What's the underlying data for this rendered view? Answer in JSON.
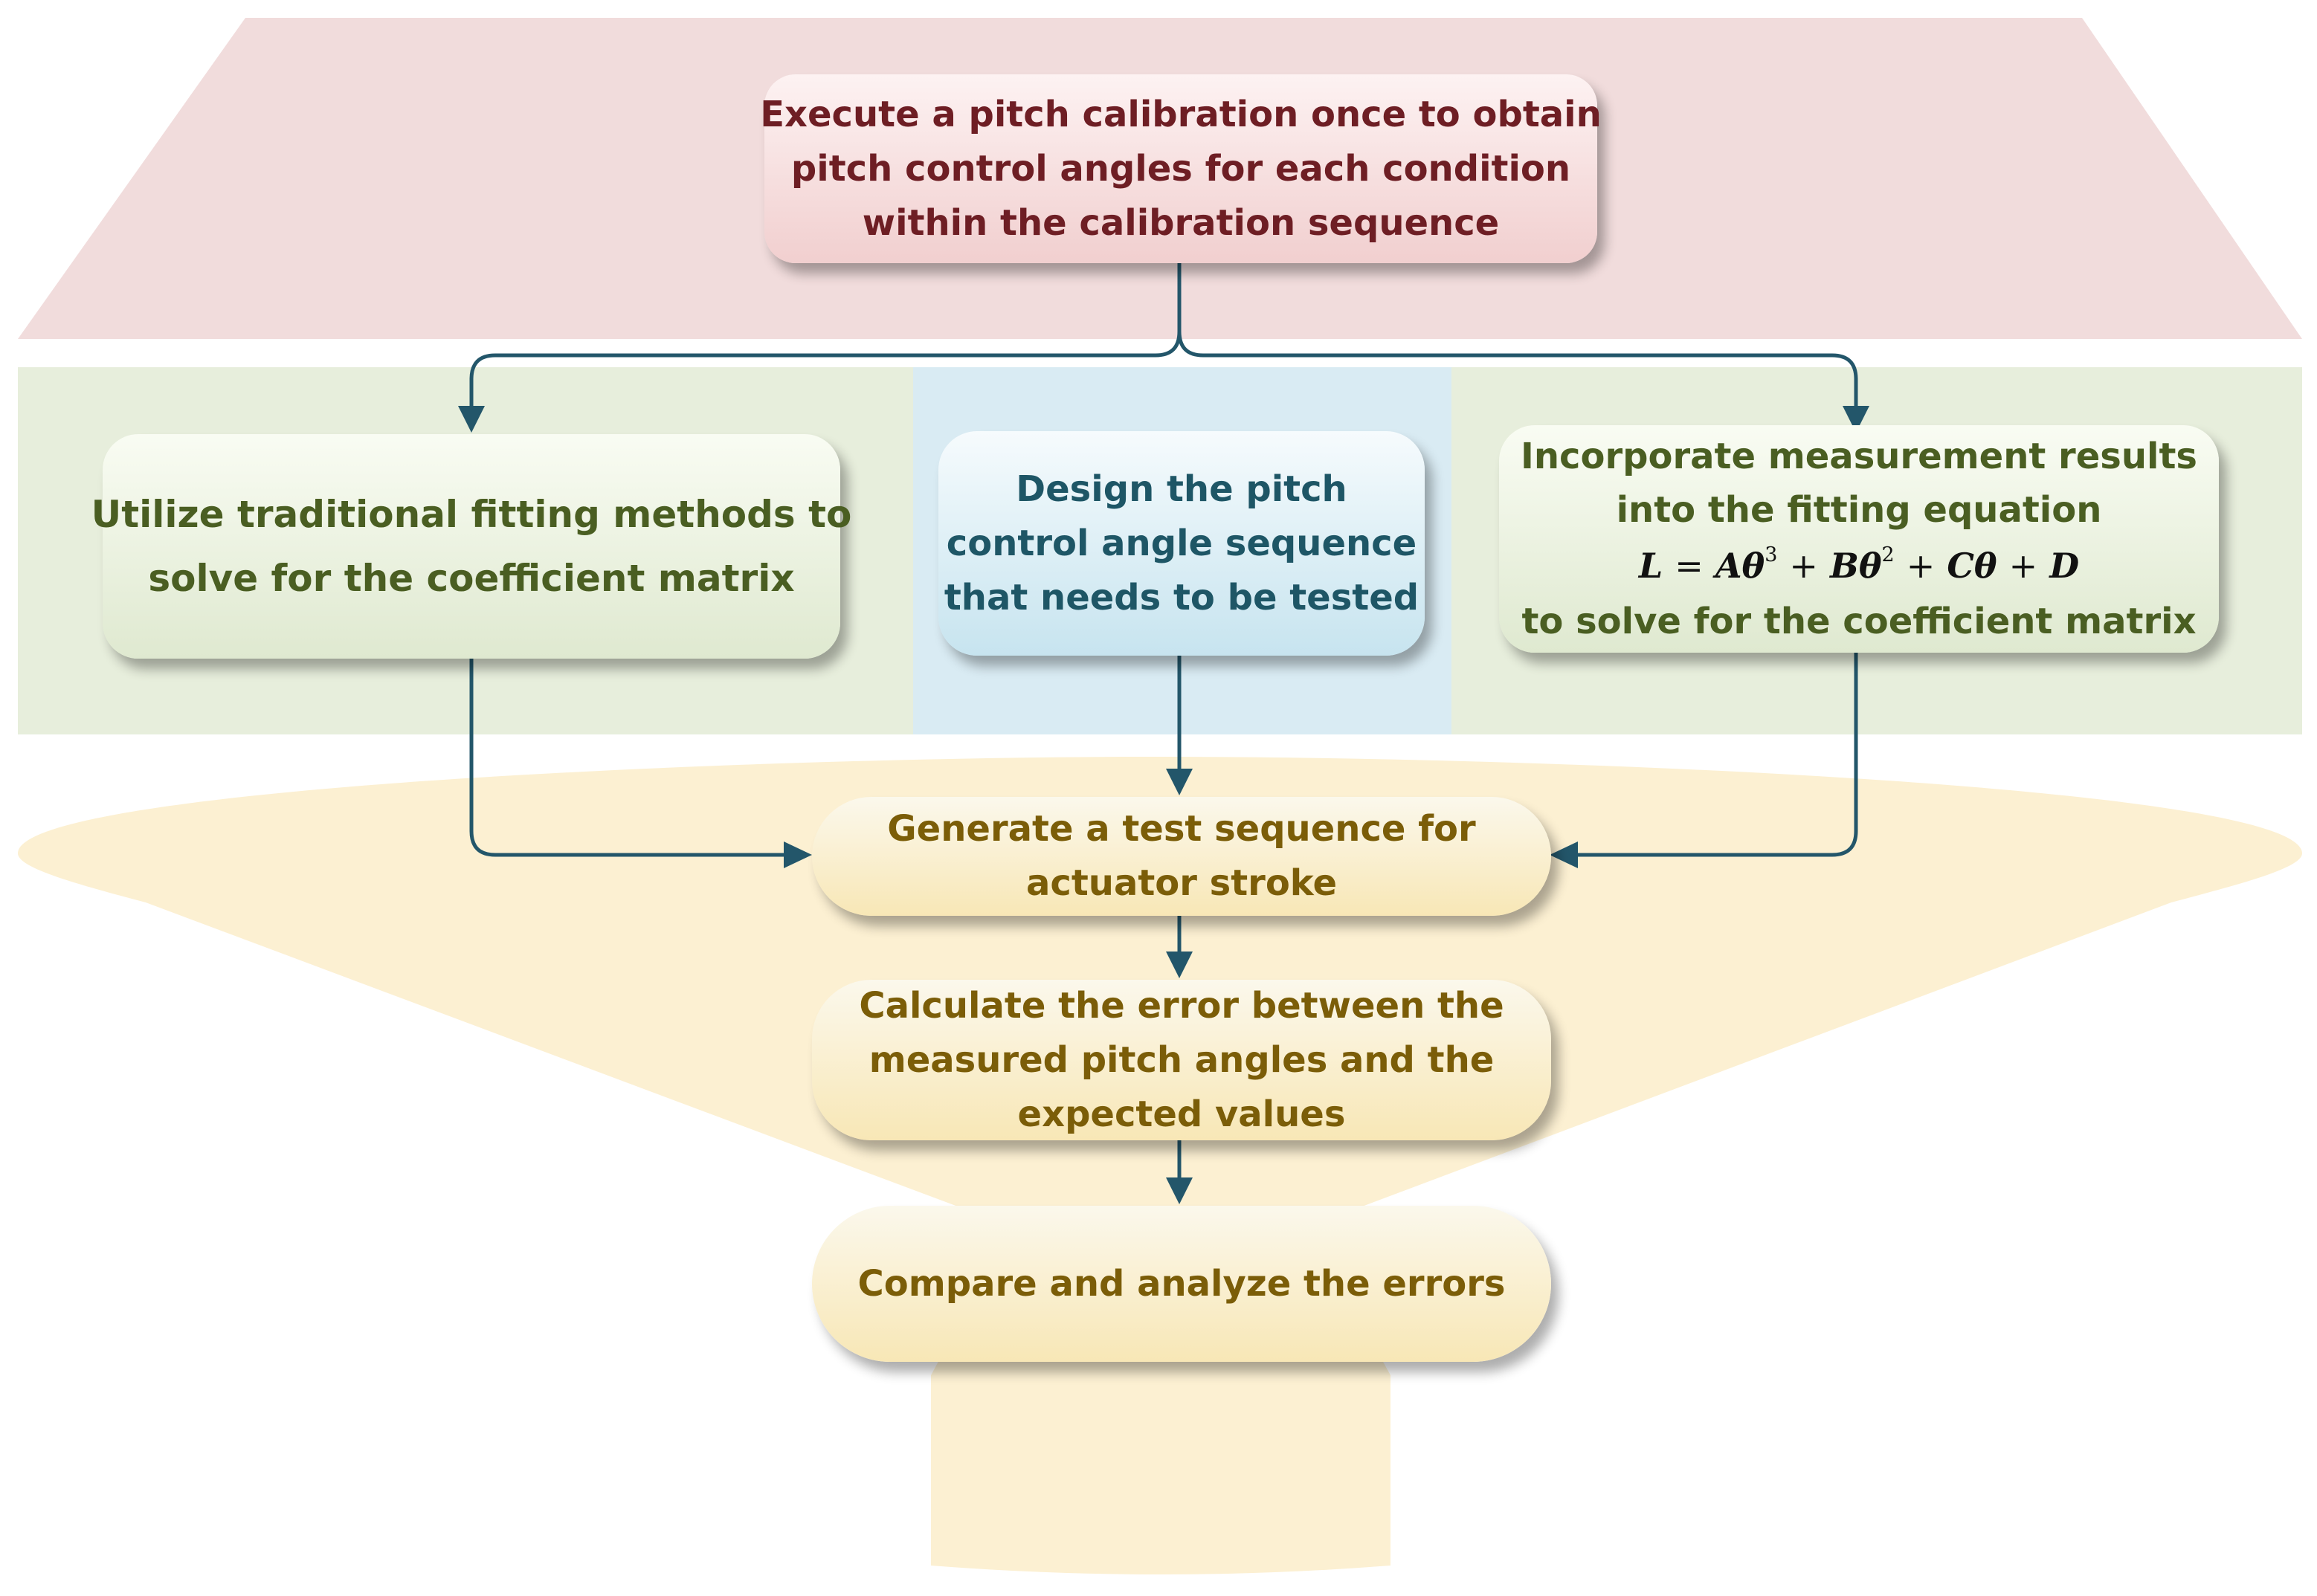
{
  "boxes": {
    "calibration": {
      "lines": [
        "Execute a pitch calibration once to obtain",
        "pitch control angles  for each condition",
        "within the calibration sequence"
      ]
    },
    "traditional": {
      "lines": [
        "Utilize traditional fitting methods to",
        "solve for the coefficient matrix"
      ]
    },
    "design": {
      "lines": [
        "Design the pitch",
        "control angle sequence",
        "that needs to be tested"
      ]
    },
    "incorporate": {
      "lines": [
        "Incorporate measurement results",
        "into the fitting equation"
      ],
      "formula": {
        "lhs": "L",
        "eq": "=",
        "t1": "Aθ",
        "e1": "3",
        "t2": "Bθ",
        "e2": "2",
        "t3": "Cθ",
        "t4": "D",
        "plus": "+"
      },
      "line_after": "to solve for the coefficient matrix"
    },
    "generate": {
      "lines": [
        "Generate a test sequence for",
        "actuator stroke"
      ]
    },
    "calculate": {
      "lines": [
        "Calculate the error between the",
        "measured pitch angles and the",
        "expected values"
      ]
    },
    "compare": {
      "lines": [
        "Compare and analyze the errors"
      ]
    }
  },
  "colors": {
    "band_pink": "#f1dcdc",
    "band_green": "#e7eedc",
    "band_blue": "#d9ebf3",
    "band_yellow": "#fcf0d2",
    "arrow": "#23566a"
  }
}
